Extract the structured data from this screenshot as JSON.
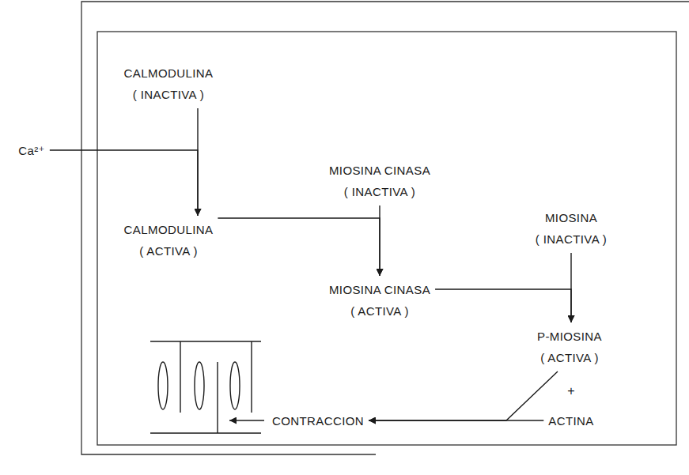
{
  "diagram": {
    "nodes": [
      {
        "text": [
          "Ca²⁺"
        ]
      },
      {
        "text": [
          "CALMODULINA",
          "( INACTIVA )"
        ]
      },
      {
        "text": [
          "CALMODULINA",
          "( ACTIVA )"
        ]
      },
      {
        "text": [
          "MIOSINA CINASA",
          "( INACTIVA )"
        ]
      },
      {
        "text": [
          "MIOSINA CINASA",
          "( ACTIVA )"
        ]
      },
      {
        "text": [
          "MIOSINA",
          "( INACTIVA )"
        ]
      },
      {
        "text": [
          "P-MIOSINA",
          "( ACTIVA )"
        ]
      },
      {
        "text": [
          "ACTINA"
        ]
      },
      {
        "text": [
          "CONTRACCION"
        ]
      }
    ],
    "edges": [
      {
        "from": 1,
        "to": 2,
        "arrow": "to"
      },
      {
        "from": 0,
        "to": 2,
        "arrow": "to"
      },
      {
        "from": 3,
        "to": 4,
        "arrow": "to"
      },
      {
        "from": 2,
        "to": 4,
        "arrow": "to"
      },
      {
        "from": 5,
        "to": 6,
        "arrow": "to"
      },
      {
        "from": 4,
        "to": 6,
        "arrow": "to"
      },
      {
        "from": 6,
        "to": 8,
        "arrow": "to"
      },
      {
        "from": 7,
        "to": 8,
        "arrow": "to"
      }
    ],
    "labels": [
      "+"
    ]
  }
}
